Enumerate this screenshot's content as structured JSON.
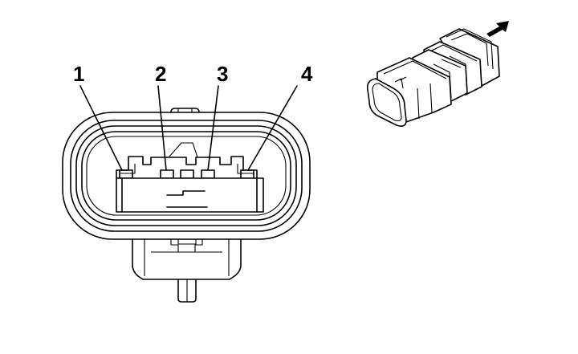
{
  "pins": [
    {
      "label": "1"
    },
    {
      "label": "2"
    },
    {
      "label": "3"
    },
    {
      "label": "4"
    }
  ],
  "arrow_icon": "arrow-up-right-icon",
  "colors": {
    "stroke": "#000000",
    "background": "#ffffff"
  }
}
